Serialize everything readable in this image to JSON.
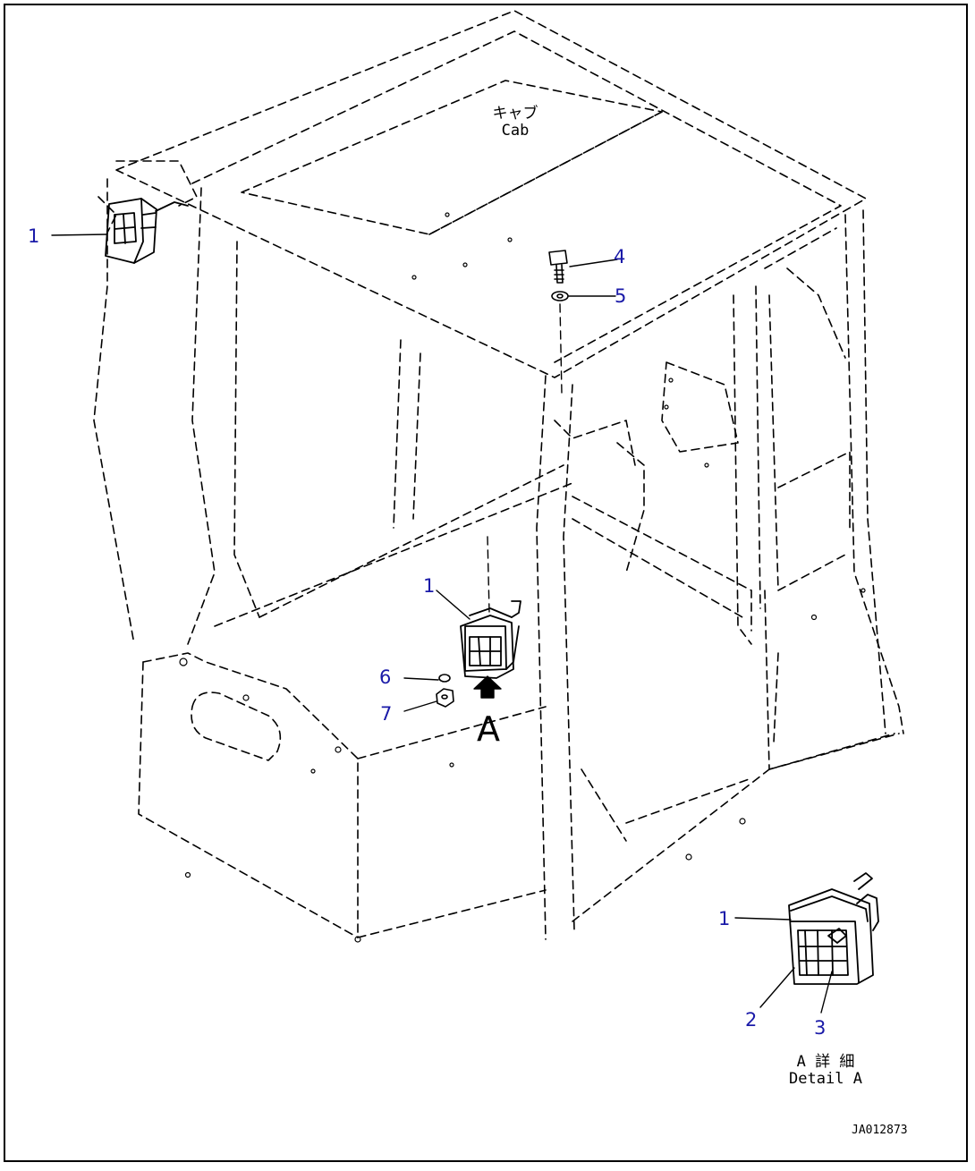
{
  "cab_label": {
    "jp": "キャブ",
    "en": "Cab"
  },
  "view_letter": "A",
  "detail_label": {
    "jp": "A 詳 細",
    "en": "Detail A"
  },
  "drawing_id": "JA012873",
  "callouts": [
    {
      "id": "1a",
      "text": "1"
    },
    {
      "id": "4",
      "text": "4"
    },
    {
      "id": "5",
      "text": "5"
    },
    {
      "id": "1b",
      "text": "1"
    },
    {
      "id": "6",
      "text": "6"
    },
    {
      "id": "7",
      "text": "7"
    },
    {
      "id": "1c",
      "text": "1"
    },
    {
      "id": "2",
      "text": "2"
    },
    {
      "id": "3",
      "text": "3"
    }
  ],
  "colors": {
    "callout": "#1a1aa8",
    "line": "#000000",
    "background": "#ffffff"
  }
}
